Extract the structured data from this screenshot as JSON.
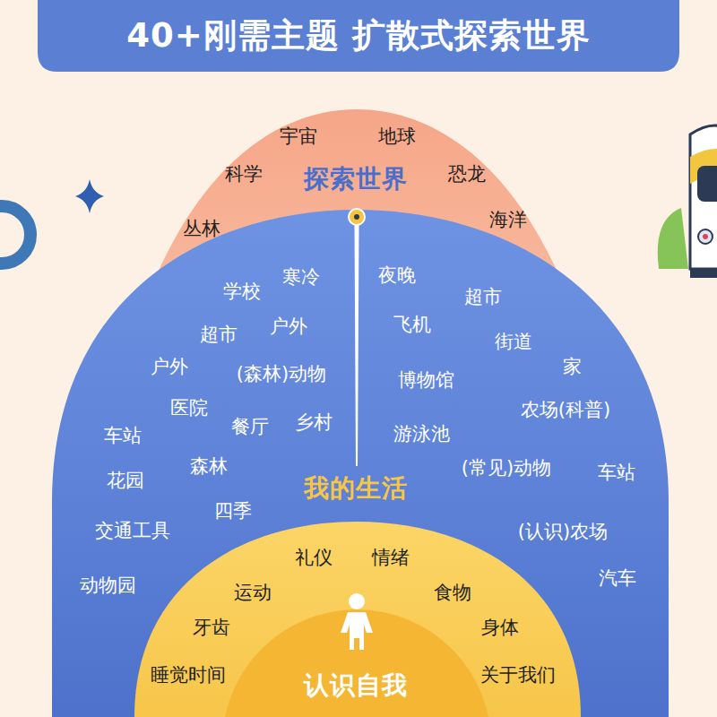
{
  "diagram": {
    "title": "40+刚需主题 扩散式探索世界",
    "nodes": [
      {
        "text": [
          "探索世界",
          "宇宙",
          "地球",
          "科学",
          "恐龙",
          "丛林",
          "海洋"
        ]
      },
      {
        "text": [
          "我的生活",
          "学校",
          "寒冷",
          "超市",
          "户外",
          "户外",
          "(森林)动物",
          "医院",
          "餐厅",
          "乡村",
          "车站",
          "森林",
          "花园",
          "四季",
          "交通工具",
          "动物园",
          "夜晚",
          "超市",
          "飞机",
          "街道",
          "家",
          "博物馆",
          "农场(科普)",
          "游泳池",
          "(常见)动物",
          "车站",
          "(认识)农场",
          "汽车"
        ],
        "in": 0
      },
      {
        "text": [
          "认识自我",
          "礼仪",
          "情绪",
          "运动",
          "食物",
          "牙齿",
          "身体",
          "睡觉时间",
          "关于我们"
        ],
        "in": 1
      }
    ]
  }
}
